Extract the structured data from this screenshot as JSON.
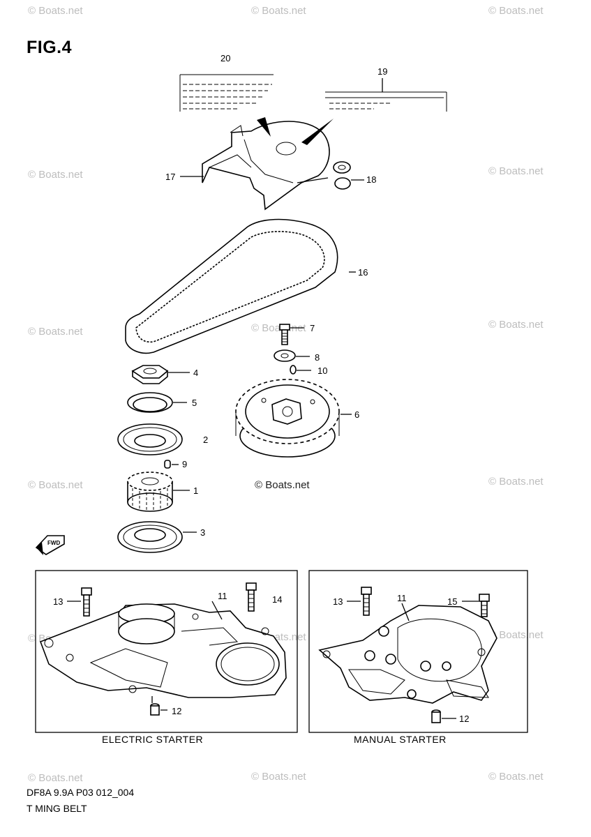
{
  "figure": {
    "title": "FIG.4",
    "diagram_code": "DF8A 9.9A P03 012_004",
    "diagram_name": "T MING BELT"
  },
  "watermark": "© Boats.net",
  "callouts": [
    {
      "id": "c20",
      "label": "20"
    },
    {
      "id": "c19",
      "label": "19"
    },
    {
      "id": "c17",
      "label": "17"
    },
    {
      "id": "c18",
      "label": "18"
    },
    {
      "id": "c16",
      "label": "16"
    },
    {
      "id": "c7",
      "label": "7"
    },
    {
      "id": "c8",
      "label": "8"
    },
    {
      "id": "c10",
      "label": "10"
    },
    {
      "id": "c4",
      "label": "4"
    },
    {
      "id": "c5",
      "label": "5"
    },
    {
      "id": "c2",
      "label": "2"
    },
    {
      "id": "c9",
      "label": "9"
    },
    {
      "id": "c1",
      "label": "1"
    },
    {
      "id": "c3",
      "label": "3"
    },
    {
      "id": "c6",
      "label": "6"
    }
  ],
  "fwd_label": "FWD",
  "panels": {
    "electric": {
      "caption": "ELECTRIC STARTER",
      "callouts": [
        {
          "id": "e13",
          "label": "13"
        },
        {
          "id": "e11",
          "label": "11"
        },
        {
          "id": "e14",
          "label": "14"
        },
        {
          "id": "e12",
          "label": "12"
        }
      ]
    },
    "manual": {
      "caption": "MANUAL STARTER",
      "callouts": [
        {
          "id": "m13",
          "label": "13"
        },
        {
          "id": "m11",
          "label": "11"
        },
        {
          "id": "m15",
          "label": "15"
        },
        {
          "id": "m12",
          "label": "12"
        }
      ]
    }
  }
}
